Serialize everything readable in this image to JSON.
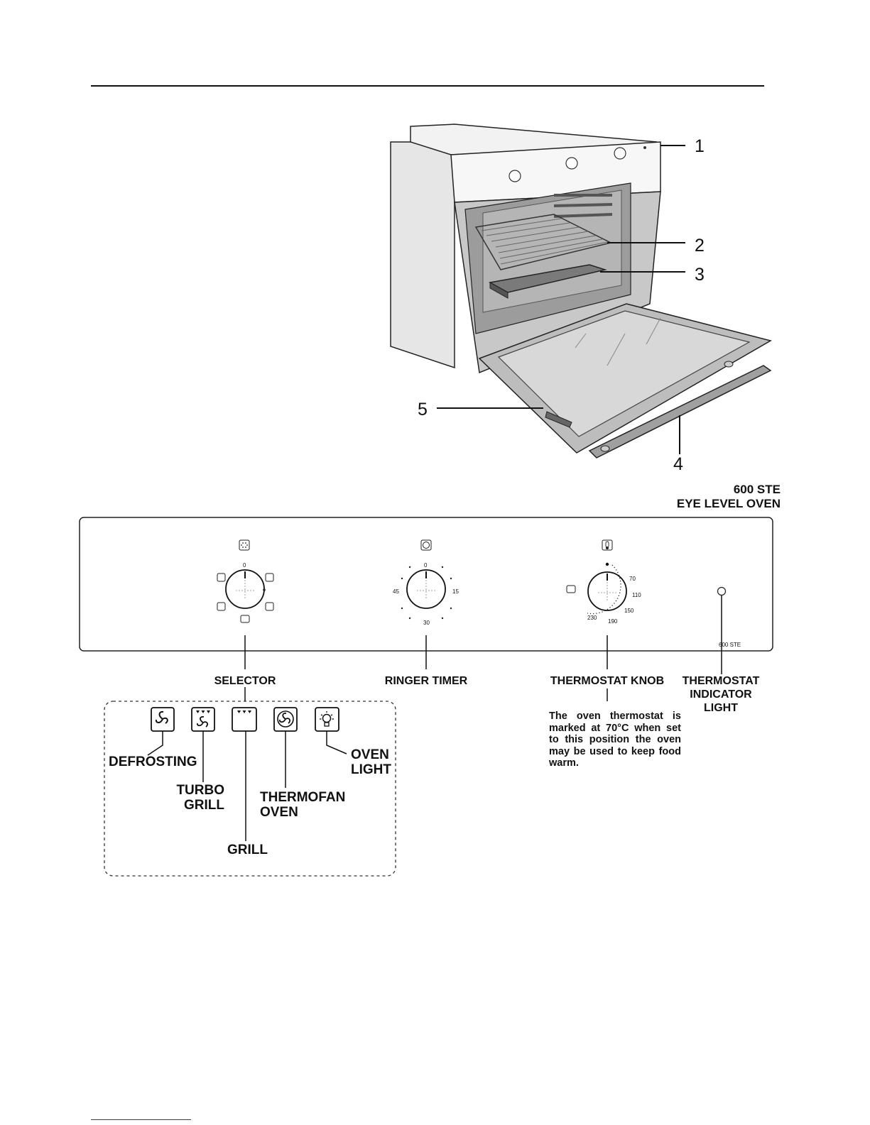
{
  "callouts": [
    "1",
    "2",
    "3",
    "4",
    "5"
  ],
  "model": {
    "line1": "600 STE",
    "line2": "EYE LEVEL OVEN"
  },
  "panel": {
    "model_label": "600 STE",
    "selector_top_mark": "0",
    "timer_marks": {
      "top": "0",
      "right": "15",
      "bottom": "30",
      "left": "45"
    },
    "thermostat_marks": [
      "70",
      "110",
      "150",
      "190",
      "230"
    ]
  },
  "labels": {
    "selector": "SELECTOR",
    "ringer_timer": "RINGER TIMER",
    "thermostat_knob": "THERMOSTAT KNOB",
    "indicator_light": [
      "THERMOSTAT",
      "INDICATOR",
      "LIGHT"
    ]
  },
  "thermostat_note": "The oven thermostat is marked at 70°C when set to this position the oven may be used to keep food warm.",
  "functions": {
    "defrosting": "DEFROSTING",
    "turbo_grill": [
      "TURBO",
      "GRILL"
    ],
    "grill": "GRILL",
    "thermofan_oven": [
      "THERMOFAN",
      "OVEN"
    ],
    "oven_light": [
      "OVEN",
      "LIGHT"
    ]
  },
  "icons": [
    "defrost-fan-icon",
    "turbo-grill-icon",
    "grill-icon",
    "thermofan-icon",
    "oven-light-icon",
    "clock-icon",
    "thermometer-icon"
  ]
}
